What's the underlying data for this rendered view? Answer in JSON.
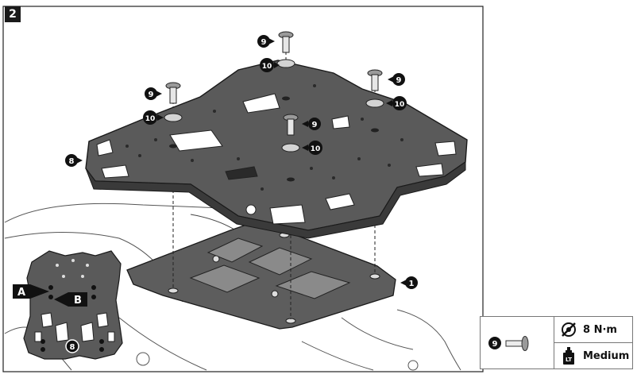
{
  "step_number": "2",
  "callouts": {
    "part_1": "1",
    "part_8": "8",
    "part_9": "9",
    "part_10": "10",
    "label_a": "A",
    "label_b": "B"
  },
  "spec_table": {
    "part": "9",
    "torque": "8 N·m",
    "threadlock": "Medium",
    "threadlock_icon_text": "LT",
    "torque_icon": "torque-wrench-icon",
    "threadlock_icon": "threadlock-bottle-icon"
  },
  "colors": {
    "plate_fill": "#5a5a5a",
    "plate_dark": "#3a3a3a",
    "line": "#1a1a1a",
    "washer": "#cfcfcf"
  }
}
